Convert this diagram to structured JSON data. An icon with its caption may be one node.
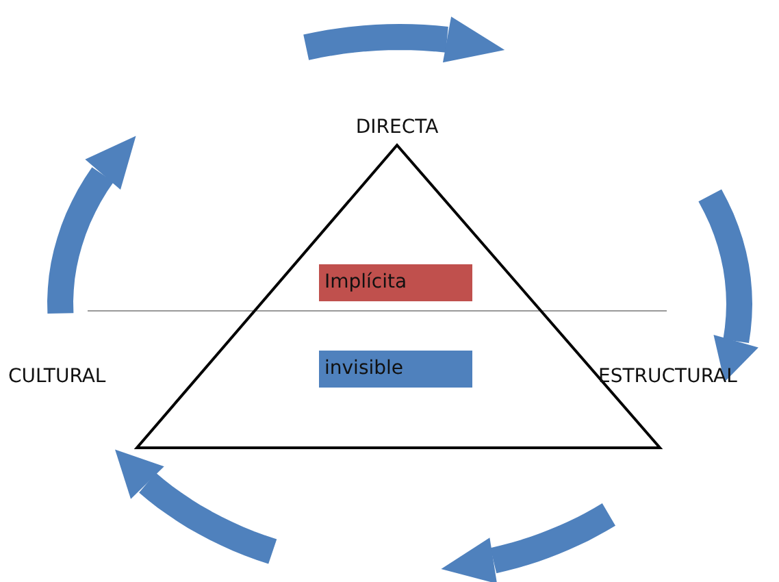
{
  "diagram": {
    "nodes": [
      {
        "text": [
          "Implícita"
        ]
      },
      {
        "text": [
          "invisible"
        ]
      }
    ],
    "labels": [
      "DIRECTA",
      "CULTURAL",
      "ESTRUCTURAL"
    ]
  }
}
